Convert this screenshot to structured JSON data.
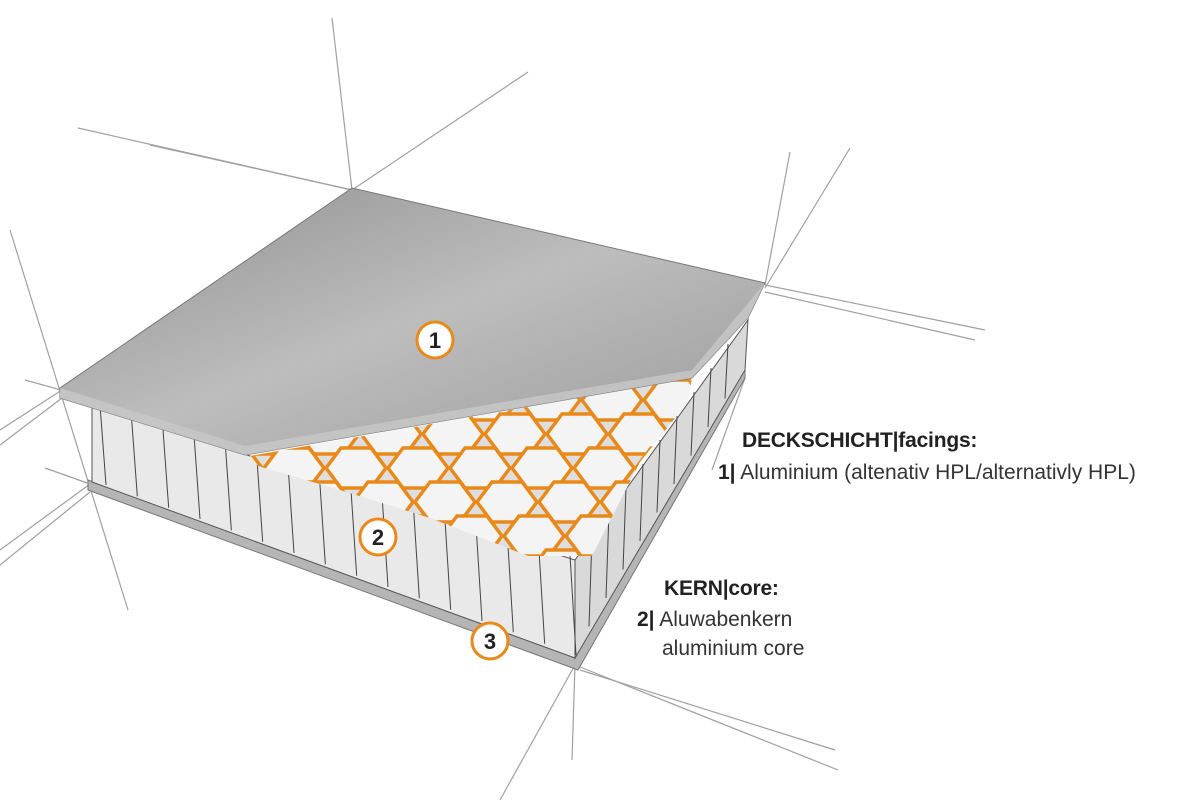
{
  "callouts": [
    {
      "number": "1"
    },
    {
      "number": "2"
    },
    {
      "number": "3"
    }
  ],
  "legend": {
    "facings": {
      "heading": "DECKSCHICHT|facings:",
      "item_number": "1|",
      "item_text": "Aluminium (altenativ HPL/alternativly HPL)"
    },
    "core": {
      "heading": "KERN|core:",
      "item_number": "2|",
      "item_line1": "Aluwabenkern",
      "item_line2": "aluminium core"
    }
  },
  "colors": {
    "accent": "#e8891a",
    "plate": "#a9a9a9",
    "core": "#e9e9e9",
    "construction_lines": "#9a9a9a"
  }
}
